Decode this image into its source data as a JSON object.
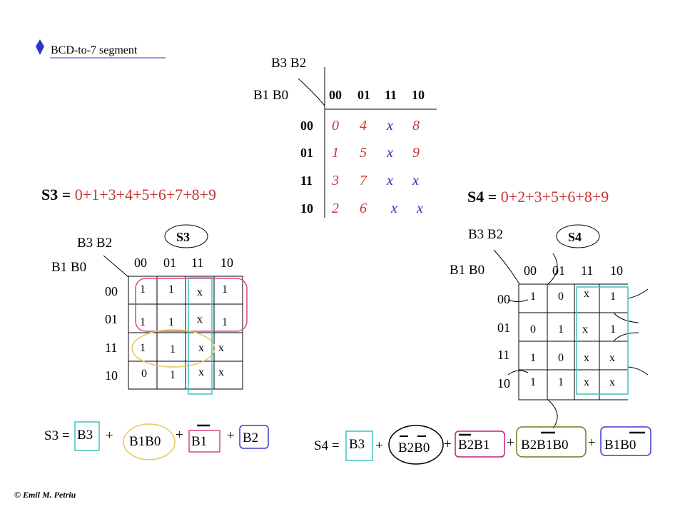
{
  "header": {
    "label": "BCD-to-7 segment",
    "bullet_color": "#3333cc"
  },
  "footer": {
    "copyright": "© Emil M. Petriu"
  },
  "colors": {
    "digit_red": "#cc3333",
    "x_blue": "#2b2bbf",
    "loop_pink": "#e0408a",
    "loop_yellow": "#e6c860",
    "loop_teal": "#40c0c0",
    "loop_magenta": "#c0207a",
    "loop_olive": "#6b7a1f",
    "loop_blue": "#3a3ad0",
    "ink": "#000000"
  },
  "index_map": {
    "top_var": "B3 B2",
    "side_var": "B1 B0",
    "col_headers": [
      "00",
      "01",
      "11",
      "10"
    ],
    "row_headers": [
      "00",
      "01",
      "11",
      "10"
    ],
    "cells": [
      [
        "0",
        "4",
        "x",
        "8"
      ],
      [
        "1",
        "5",
        "x",
        "9"
      ],
      [
        "3",
        "7",
        "x",
        "x"
      ],
      [
        "2",
        "6",
        "x",
        "x"
      ]
    ]
  },
  "s3": {
    "equation_prefix": "S3 = ",
    "equation_terms": "0+1+3+4+5+6+7+8+9",
    "badge": "S3",
    "top_var": "B3 B2",
    "side_var": "B1 B0",
    "col_headers": [
      "00",
      "01",
      "11",
      "10"
    ],
    "row_headers": [
      "00",
      "01",
      "11",
      "10"
    ],
    "cells": [
      [
        "1",
        "1",
        "x",
        "1"
      ],
      [
        "1",
        "1",
        "x",
        "1"
      ],
      [
        "1",
        "1",
        "x",
        "x"
      ],
      [
        "0",
        "1",
        "x",
        "x"
      ]
    ],
    "result_prefix": "S3 =",
    "plus": "+",
    "terms": [
      "B3",
      "B1B0",
      "B1",
      "B2"
    ]
  },
  "s4": {
    "equation_prefix": "S4 = ",
    "equation_terms": "0+2+3+5+6+8+9",
    "badge": "S4",
    "top_var": "B3 B2",
    "side_var": "B1 B0",
    "col_headers": [
      "00",
      "01",
      "11",
      "10"
    ],
    "row_headers": [
      "00",
      "01",
      "11",
      "10"
    ],
    "cells": [
      [
        "1",
        "0",
        "x",
        "1"
      ],
      [
        "0",
        "1",
        "x",
        "1"
      ],
      [
        "1",
        "0",
        "x",
        "x"
      ],
      [
        "1",
        "1",
        "x",
        "x"
      ]
    ],
    "result_prefix": "S4 =",
    "plus": "+",
    "terms": [
      "B3",
      "B2B0",
      "B2B1",
      "B2B1B0",
      "B1B0"
    ]
  }
}
